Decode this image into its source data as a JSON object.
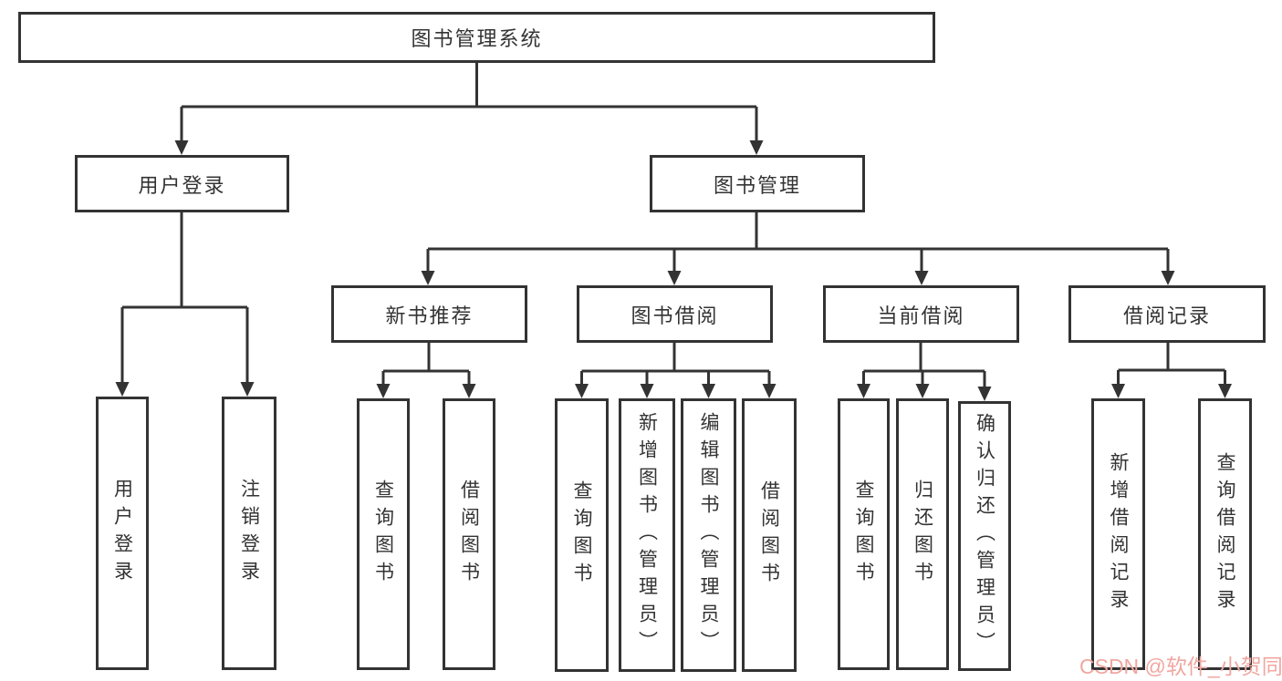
{
  "root": {
    "label": "图书管理系统"
  },
  "level2": {
    "user_login": {
      "label": "用户登录"
    },
    "book_management": {
      "label": "图书管理"
    }
  },
  "level3": {
    "new_book_recommend": {
      "label": "新书推荐"
    },
    "book_borrow": {
      "label": "图书借阅"
    },
    "current_borrow": {
      "label": "当前借阅"
    },
    "borrow_records": {
      "label": "借阅记录"
    }
  },
  "leaves": {
    "user_login": [
      "用户登录",
      "注销登录"
    ],
    "new_book_recommend": [
      "查询图书",
      "借阅图书"
    ],
    "book_borrow": [
      "查询图书",
      "新增图书（管理员）",
      "编辑图书（管理员）",
      "借阅图书"
    ],
    "current_borrow": [
      "查询图书",
      "归还图书",
      "确认归还（管理员）"
    ],
    "borrow_records": [
      "新增借阅记录",
      "查询借阅记录"
    ]
  },
  "watermark": {
    "text": "CSDN @软件_小贺同学"
  },
  "colors": {
    "line": "#333333",
    "box_border": "#333333",
    "text": "#333333",
    "watermark": "#f0a7a0",
    "background": "#ffffff"
  }
}
